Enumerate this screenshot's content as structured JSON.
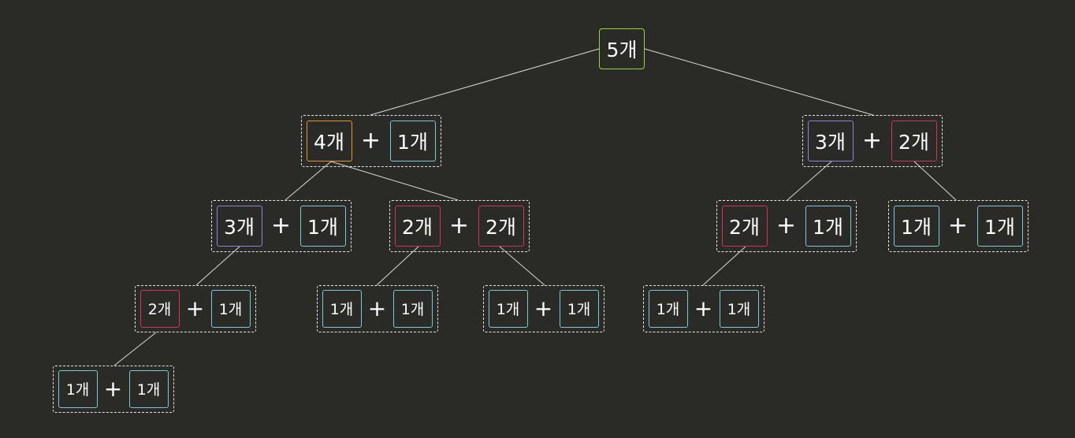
{
  "colors": {
    "background": "#2a2a27",
    "root": "#9ed43a",
    "four": "#e8952b",
    "three": "#9a7ddb",
    "two": "#d8305e",
    "one": "#7cc8d8",
    "line": "#d9d9d9",
    "dashed_border": "#e6e6e6"
  },
  "plus_sign": "+",
  "root": {
    "label": "5개"
  },
  "nodes": [
    {
      "id": "n1",
      "left": {
        "label": "4개",
        "color": "four"
      },
      "right": {
        "label": "1개",
        "color": "one"
      }
    },
    {
      "id": "n2",
      "left": {
        "label": "3개",
        "color": "three"
      },
      "right": {
        "label": "2개",
        "color": "two"
      }
    },
    {
      "id": "n3",
      "left": {
        "label": "3개",
        "color": "three"
      },
      "right": {
        "label": "1개",
        "color": "one"
      }
    },
    {
      "id": "n4",
      "left": {
        "label": "2개",
        "color": "two"
      },
      "right": {
        "label": "2개",
        "color": "two"
      }
    },
    {
      "id": "n5",
      "left": {
        "label": "2개",
        "color": "two"
      },
      "right": {
        "label": "1개",
        "color": "one"
      }
    },
    {
      "id": "n6",
      "left": {
        "label": "1개",
        "color": "one"
      },
      "right": {
        "label": "1개",
        "color": "one"
      }
    },
    {
      "id": "n7",
      "left": {
        "label": "2개",
        "color": "two"
      },
      "right": {
        "label": "1개",
        "color": "one"
      }
    },
    {
      "id": "n8",
      "left": {
        "label": "1개",
        "color": "one"
      },
      "right": {
        "label": "1개",
        "color": "one"
      }
    },
    {
      "id": "n9",
      "left": {
        "label": "1개",
        "color": "one"
      },
      "right": {
        "label": "1개",
        "color": "one"
      }
    },
    {
      "id": "n10",
      "left": {
        "label": "1개",
        "color": "one"
      },
      "right": {
        "label": "1개",
        "color": "one"
      }
    },
    {
      "id": "n11",
      "left": {
        "label": "1개",
        "color": "one"
      },
      "right": {
        "label": "1개",
        "color": "one"
      }
    }
  ]
}
